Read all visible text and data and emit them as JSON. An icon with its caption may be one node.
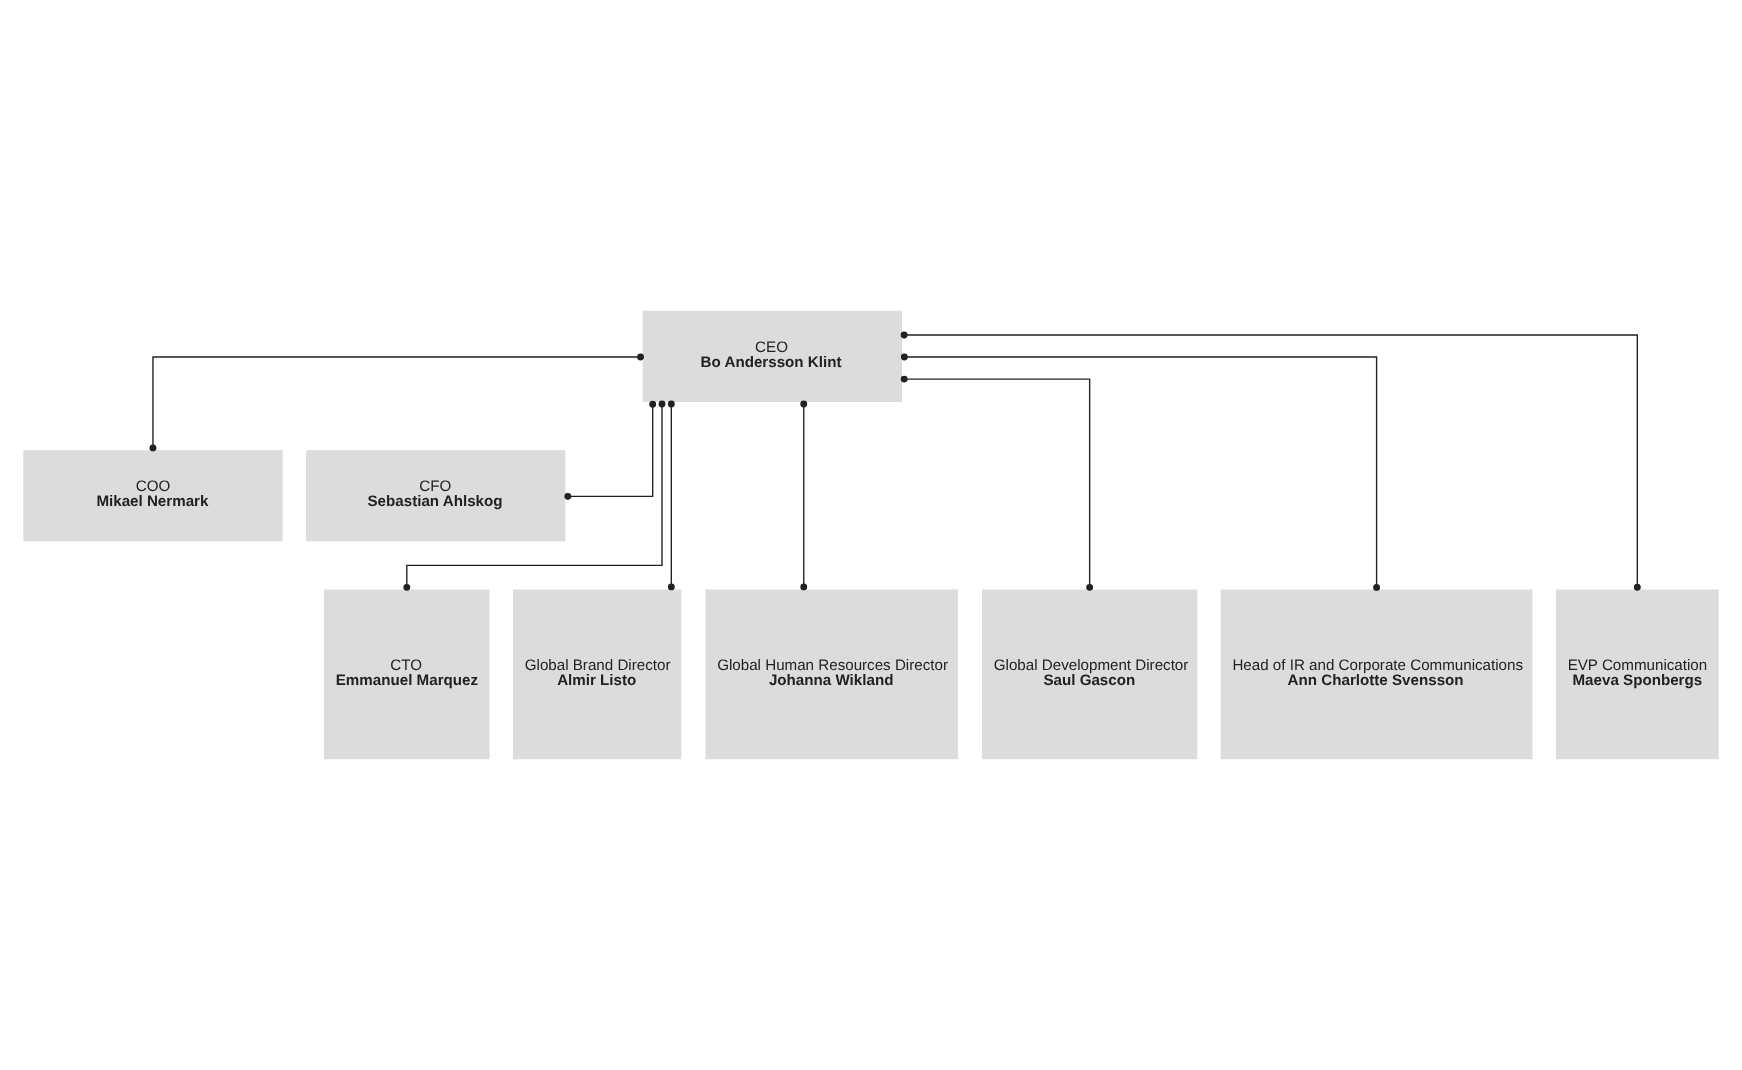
{
  "diagram": {
    "nodes": [
      {
        "text": [
          "CEO",
          "Bo Andersson Klint"
        ]
      },
      {
        "text": [
          "COO",
          "Mikael Nermark"
        ]
      },
      {
        "text": [
          "CFO",
          "Sebastian Ahlskog"
        ]
      },
      {
        "text": [
          "CTO",
          "Emmanuel Marquez"
        ]
      },
      {
        "text": [
          "Global Brand Director",
          "Almir Listo"
        ]
      },
      {
        "text": [
          "Global Human Resources Director",
          "Johanna Wikland"
        ]
      },
      {
        "text": [
          "Global Development Director",
          "Saul Gascon"
        ]
      },
      {
        "text": [
          "Head of IR and Corporate Communications",
          "Ann Charlotte Svensson"
        ]
      },
      {
        "text": [
          "EVP Communication",
          "Maeva Sponbergs"
        ]
      }
    ],
    "edges": [
      {
        "from": 0,
        "to": 1,
        "arrow": "other"
      },
      {
        "from": 0,
        "to": 2,
        "arrow": "other"
      },
      {
        "from": 0,
        "to": 3,
        "arrow": "other"
      },
      {
        "from": 0,
        "to": 4,
        "arrow": "other"
      },
      {
        "from": 0,
        "to": 5,
        "arrow": "other"
      },
      {
        "from": 0,
        "to": 6,
        "arrow": "other"
      },
      {
        "from": 0,
        "to": 7,
        "arrow": "other"
      },
      {
        "from": 0,
        "to": 8,
        "arrow": "other"
      }
    ]
  }
}
